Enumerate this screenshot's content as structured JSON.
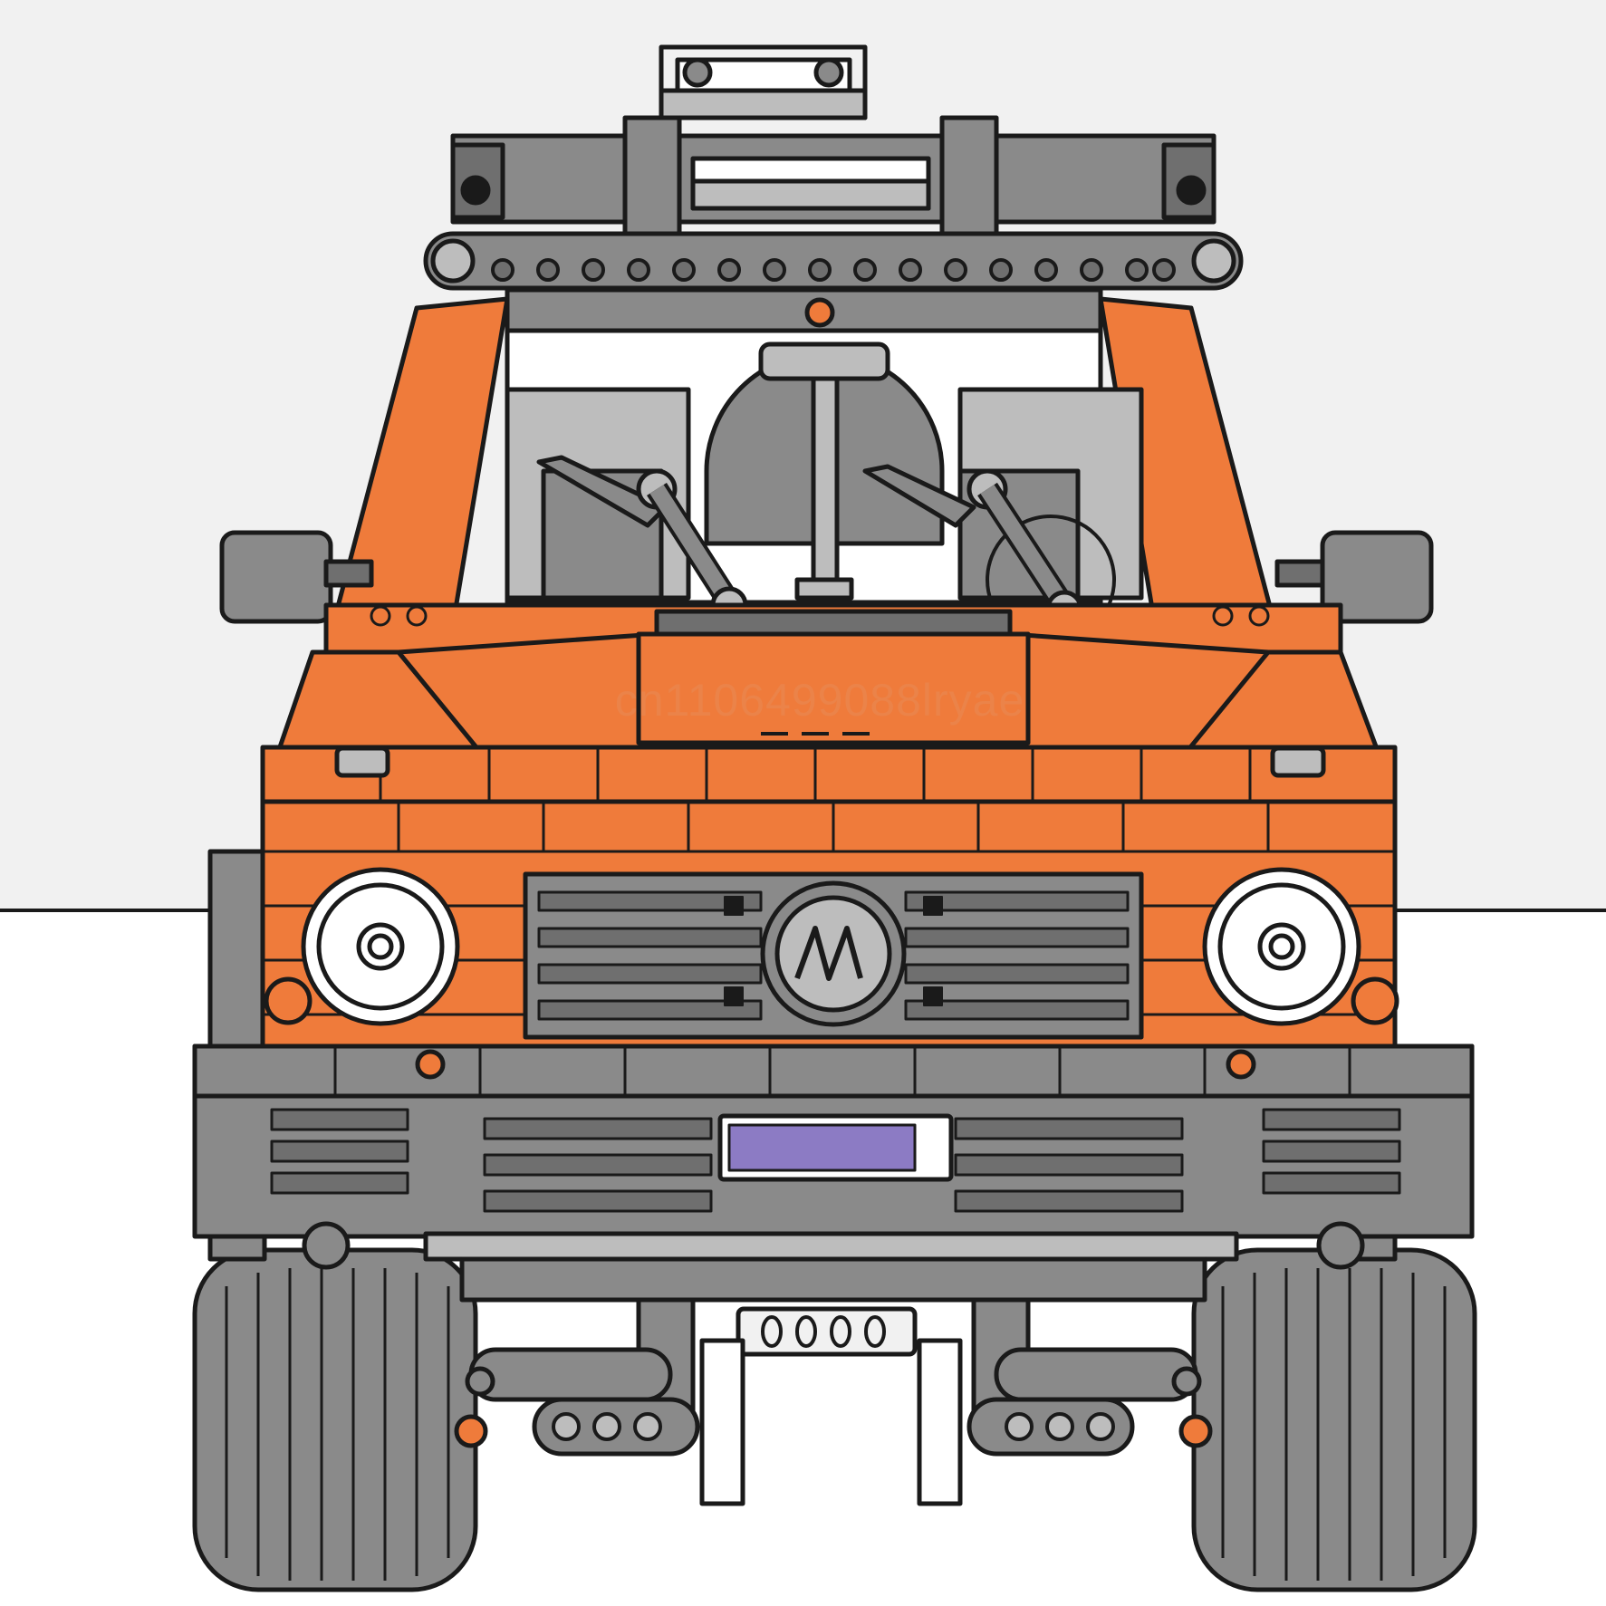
{
  "image": {
    "kind": "illustration",
    "subject": "lego-technic-offroad-vehicle-front-view",
    "style": "flat line-art"
  },
  "watermark": {
    "text": "cn1106499088lryae"
  },
  "license_plate": {
    "text": ""
  },
  "colors": {
    "body_orange": "#ef7b3b",
    "frame_gray": "#8a8a8a",
    "dark_gray": "#6f6f6f",
    "light_gray": "#bdbdbd",
    "sky": "#f1f1f1",
    "ground": "#ffffff",
    "outline": "#1a1a1a",
    "plate_purple": "#8c7bc4"
  }
}
